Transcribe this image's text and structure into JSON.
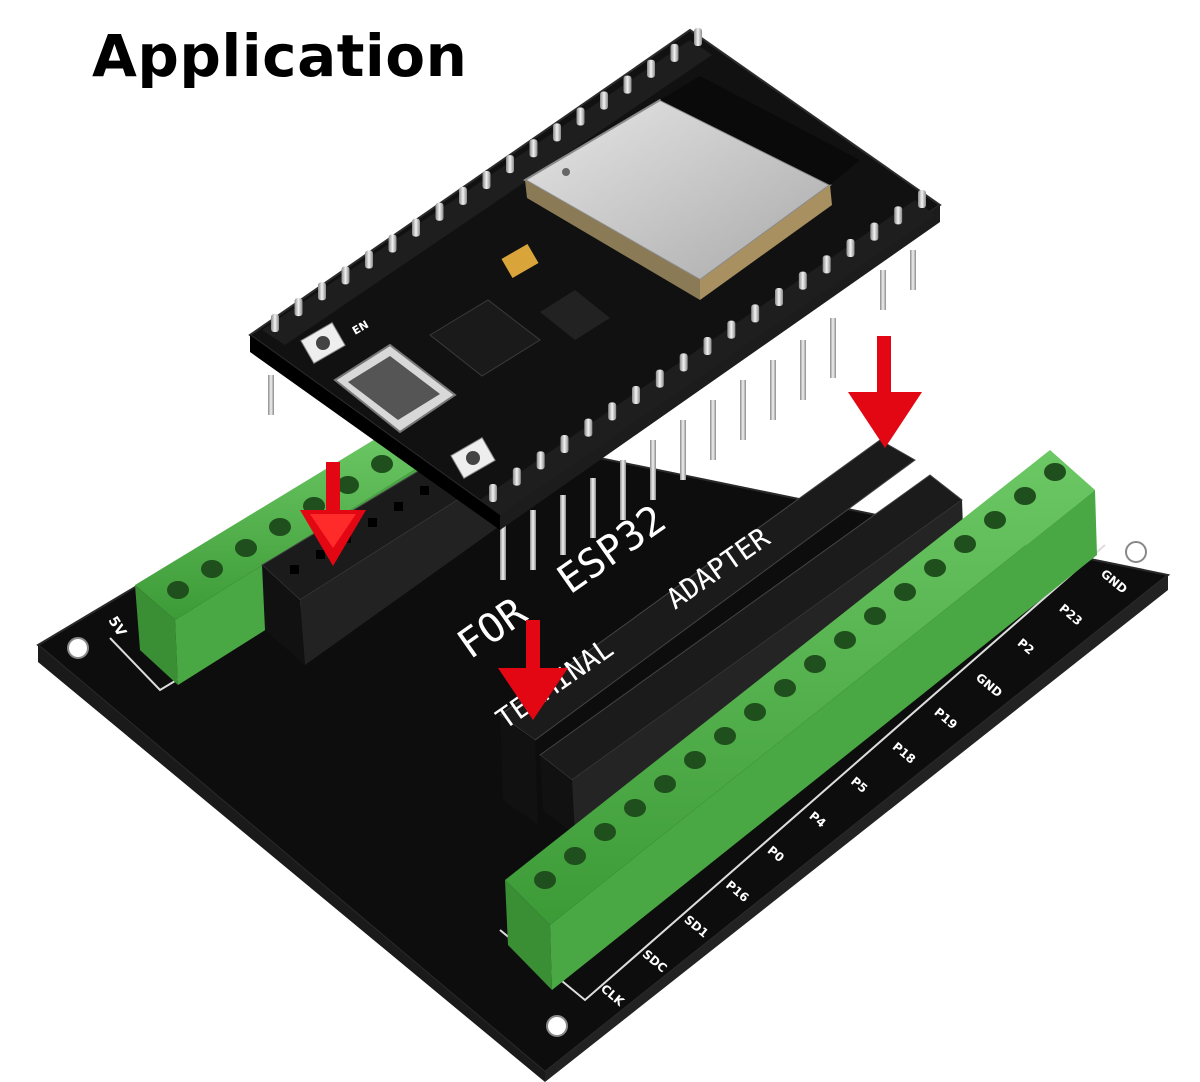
{
  "title": "Application",
  "board": {
    "text_for": "FOR",
    "text_esp32": "ESP32",
    "text_terminal": "TERMINAL",
    "text_adapter": "ADAPTER",
    "left_label": "5V",
    "pin_labels": [
      "GND",
      "P23",
      "P2",
      "GND",
      "P19",
      "P18",
      "P5",
      "P4",
      "P0",
      "P16",
      "SD1",
      "SDC",
      "CLK"
    ]
  },
  "module": {
    "button_label": "EN"
  },
  "colors": {
    "terminal_green": "#4fb34a",
    "board_black": "#0d0d0d",
    "arrow_red": "#e30613",
    "shield_silver": "#cfcfcf"
  }
}
